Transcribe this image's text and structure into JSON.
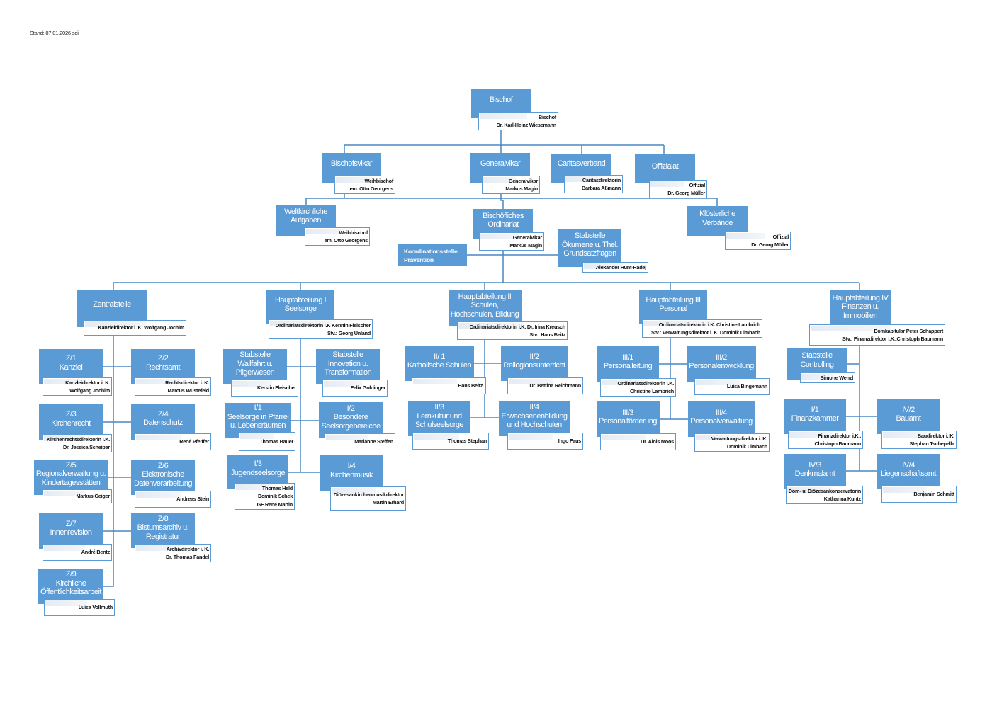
{
  "header": {
    "stand": "Stand: 07.01.2026 sdi"
  },
  "colors": {
    "box": "#5b9bd5",
    "line": "#4a86c0"
  },
  "nodes": [
    {
      "title": [
        "Bischof"
      ],
      "info": [
        "Bischof",
        "Dr. Karl-Heinz Wiesemann"
      ]
    },
    {
      "title": [
        "Bischofsvikar"
      ],
      "info": [
        "Weihbischof",
        "em. Otto Georgens"
      ]
    },
    {
      "title": [
        "Generalvikar"
      ],
      "info": [
        "Generalvikar",
        "Markus Magin"
      ]
    },
    {
      "title": [
        "Caritasverband"
      ],
      "info": [
        "Caritasdirektorin",
        "Barbara Aßmann"
      ]
    },
    {
      "title": [
        "Offizialat"
      ],
      "info": [
        "Offizial",
        "Dr. Georg Müller"
      ]
    },
    {
      "title": [
        "Weltkirchliche",
        "Aufgaben"
      ],
      "info": [
        "Weihbischof",
        "em. Otto Georgens"
      ]
    },
    {
      "title": [
        "Bischöfliches",
        "Ordinariat"
      ],
      "info": [
        "Generalvikar",
        "Markus Magin"
      ]
    },
    {
      "title": [
        "Koordinationsstelle",
        "Prävention"
      ],
      "info": []
    },
    {
      "title": [
        "Stabstelle",
        "Ökumene u. Thel.",
        "Grundsatzfragen"
      ],
      "info": [
        "Alexander Hunt-Radej"
      ]
    },
    {
      "title": [
        "Klösterliche",
        "Verbände"
      ],
      "info": [
        "Offizial",
        "Dr. Georg Müller"
      ]
    },
    {
      "title": [
        "Zentralstelle"
      ],
      "info": [
        "Kanzleidirektor i. K. Wolfgang Jochim"
      ]
    },
    {
      "title": [
        "Hauptabteilung I",
        "Seelsorge"
      ],
      "info": [
        "Ordinariatsdirektorin i.K Kerstin Fleischer",
        "Stv.: Georg Unland"
      ]
    },
    {
      "title": [
        "Hauptabteilung II",
        "Schulen,",
        "Hochschulen, Bildung"
      ],
      "info": [
        "Ordinariatsdirektorin i.K. Dr. Irina Kreusch",
        "Stv.: Hans Beitz"
      ]
    },
    {
      "title": [
        "Hauptabteilung III",
        "Personal"
      ],
      "info": [
        "Ordinariatsdirektorin i.K. Christine Lambrich",
        "Stv.: Verwaltungsdirektor i. K. Dominik Limbach"
      ]
    },
    {
      "title": [
        "Hauptabteilung IV",
        "Finanzen u.",
        "Immobilien"
      ],
      "info": [
        "Domkapitular Peter Schappert",
        "Stv.: Finanzdirektor i.K..Christoph Baumann"
      ]
    },
    {
      "title": [
        "Z/1",
        "Kanzlei"
      ],
      "info": [
        "Kanzleidirektor i. K.",
        "Wolfgang Jochim"
      ]
    },
    {
      "title": [
        "Z/2",
        "Rechtsamt"
      ],
      "info": [
        "Rechtsdirektor i. K.",
        "Marcus Wüstefeld"
      ]
    },
    {
      "title": [
        "Z/3",
        "Kirchenrecht"
      ],
      "info": [
        "Kirchenrechtsdirektorin i.K.",
        "Dr. Jessica Scheiper"
      ]
    },
    {
      "title": [
        "Z/4",
        "Datenschutz"
      ],
      "info": [
        "René Pfeiffer"
      ]
    },
    {
      "title": [
        "Z/5",
        "Regionalverwaltung u.",
        "Kindertagesstätten"
      ],
      "info": [
        "Markus Geiger"
      ]
    },
    {
      "title": [
        "Z/6",
        "Elektronische",
        "Datenverarbeitung"
      ],
      "info": [
        "Andreas Stein"
      ]
    },
    {
      "title": [
        "Z/7",
        "Innenrevision"
      ],
      "info": [
        "André Bentz"
      ]
    },
    {
      "title": [
        "Z/8",
        "Bistumsarchiv u.",
        "Registratur"
      ],
      "info": [
        "Archivdirektor i. K.",
        "Dr. Thomas Fandel"
      ]
    },
    {
      "title": [
        "Z/9",
        "Kirchliche",
        "Öffentlichkeitsarbeit"
      ],
      "info": [
        "Luisa Vollmuth"
      ]
    },
    {
      "title": [
        "Stabstelle",
        "Wallfahrt u.",
        "Pilgerwesen"
      ],
      "info": [
        "Kerstin Fleischer"
      ]
    },
    {
      "title": [
        "Stabstelle",
        "Innovation u.",
        "Transformation"
      ],
      "info": [
        "Felix Goldinger"
      ]
    },
    {
      "title": [
        "I/1",
        "Seelsorge in Pfarrei",
        "u. Lebensräumen"
      ],
      "info": [
        "Thomas Bauer"
      ]
    },
    {
      "title": [
        "I/2",
        "Besondere",
        "Seelsorgebereiche"
      ],
      "info": [
        "Marianne Steffen"
      ]
    },
    {
      "title": [
        "I/3",
        "Jugendseelsorge"
      ],
      "info": [
        "Thomas Held",
        "Dominik Schek",
        "GF René Martin"
      ]
    },
    {
      "title": [
        "I/4",
        "Kirchenmusik"
      ],
      "info": [
        "Diözesankirchenmusikdirektor",
        "Martin Erhard"
      ]
    },
    {
      "title": [
        "II/ 1",
        "Katholische Schulen"
      ],
      "info": [
        "Hans Beitz."
      ]
    },
    {
      "title": [
        "II/2",
        "Reliogionsunterricht"
      ],
      "info": [
        "Dr. Bettina Reichmann"
      ]
    },
    {
      "title": [
        "II/3",
        "Lernkultur und",
        "Schulseelsorge"
      ],
      "info": [
        "Thomas Stephan"
      ]
    },
    {
      "title": [
        "II/4",
        "Erwachsenenbildung",
        "und Hochschulen"
      ],
      "info": [
        "Ingo Faus"
      ]
    },
    {
      "title": [
        "III/1",
        "Personalleitung"
      ],
      "info": [
        "Ordinariatsdirektorin i.K.",
        "Christine Lambrich"
      ]
    },
    {
      "title": [
        "III/2",
        "Personalentwicklung"
      ],
      "info": [
        "Luisa Bingemann"
      ]
    },
    {
      "title": [
        "III/3",
        "Personalförderung"
      ],
      "info": [
        "Dr. Alois Moos"
      ]
    },
    {
      "title": [
        "III/4",
        "Personalverwaltung"
      ],
      "info": [
        "Verwaltungsdirektor i. K.",
        "Dominik Limbach"
      ]
    },
    {
      "title": [
        "Stabstelle",
        "Controlling"
      ],
      "info": [
        "Simone Wenzl"
      ]
    },
    {
      "title": [
        "I/1",
        "Finanzkammer"
      ],
      "info": [
        "Finanzdirektor i.K..",
        "Christoph Baumann"
      ]
    },
    {
      "title": [
        "IV/2",
        "Bauamt"
      ],
      "info": [
        "Baudirektor i. K.",
        "Stephan Tschepella"
      ]
    },
    {
      "title": [
        "IV/3",
        "Denkmalamt"
      ],
      "info": [
        "Dom- u. Diözesankonservatorin",
        "Katharina Kuntz"
      ]
    },
    {
      "title": [
        "IV/4",
        "Liegenschaftsamt"
      ],
      "info": [
        "Benjamin Schmitt"
      ]
    }
  ]
}
